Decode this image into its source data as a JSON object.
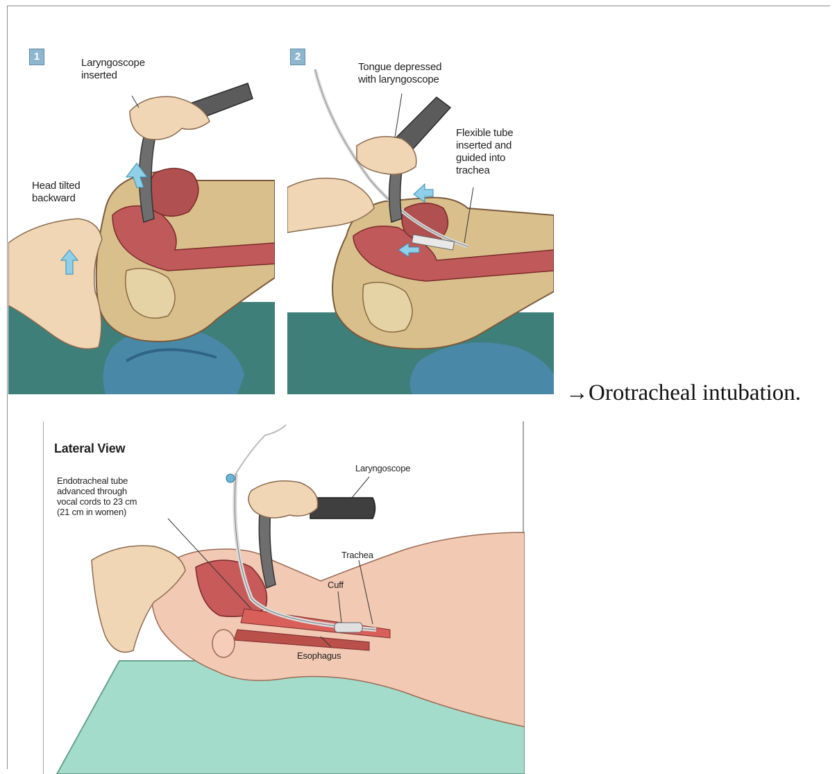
{
  "panel1": {
    "number": "1",
    "label_laryngoscope": "Laryngoscope\ninserted",
    "label_head": "Head tilted\nbackward"
  },
  "panel2": {
    "number": "2",
    "label_tongue": "Tongue depressed\nwith laryngoscope",
    "label_tube": "Flexible tube\ninserted and\nguided into\ntrachea"
  },
  "panel3": {
    "title": "Lateral View",
    "label_ett": "Endotracheal tube\nadvanced through\nvocal cords to 23 cm\n(21 cm in women)",
    "label_laryngoscope": "Laryngoscope",
    "label_trachea": "Trachea",
    "label_cuff": "Cuff",
    "label_esophagus": "Esophagus"
  },
  "caption": "→Orotracheal intubation.",
  "colors": {
    "skin": "#f0c9ae",
    "bone": "#d9bf8c",
    "airway": "#c05a5a",
    "table": "#3f7f7a",
    "pillow": "#4a88a8",
    "scope": "#5b5b5b",
    "arrow": "#8fd0e8"
  }
}
